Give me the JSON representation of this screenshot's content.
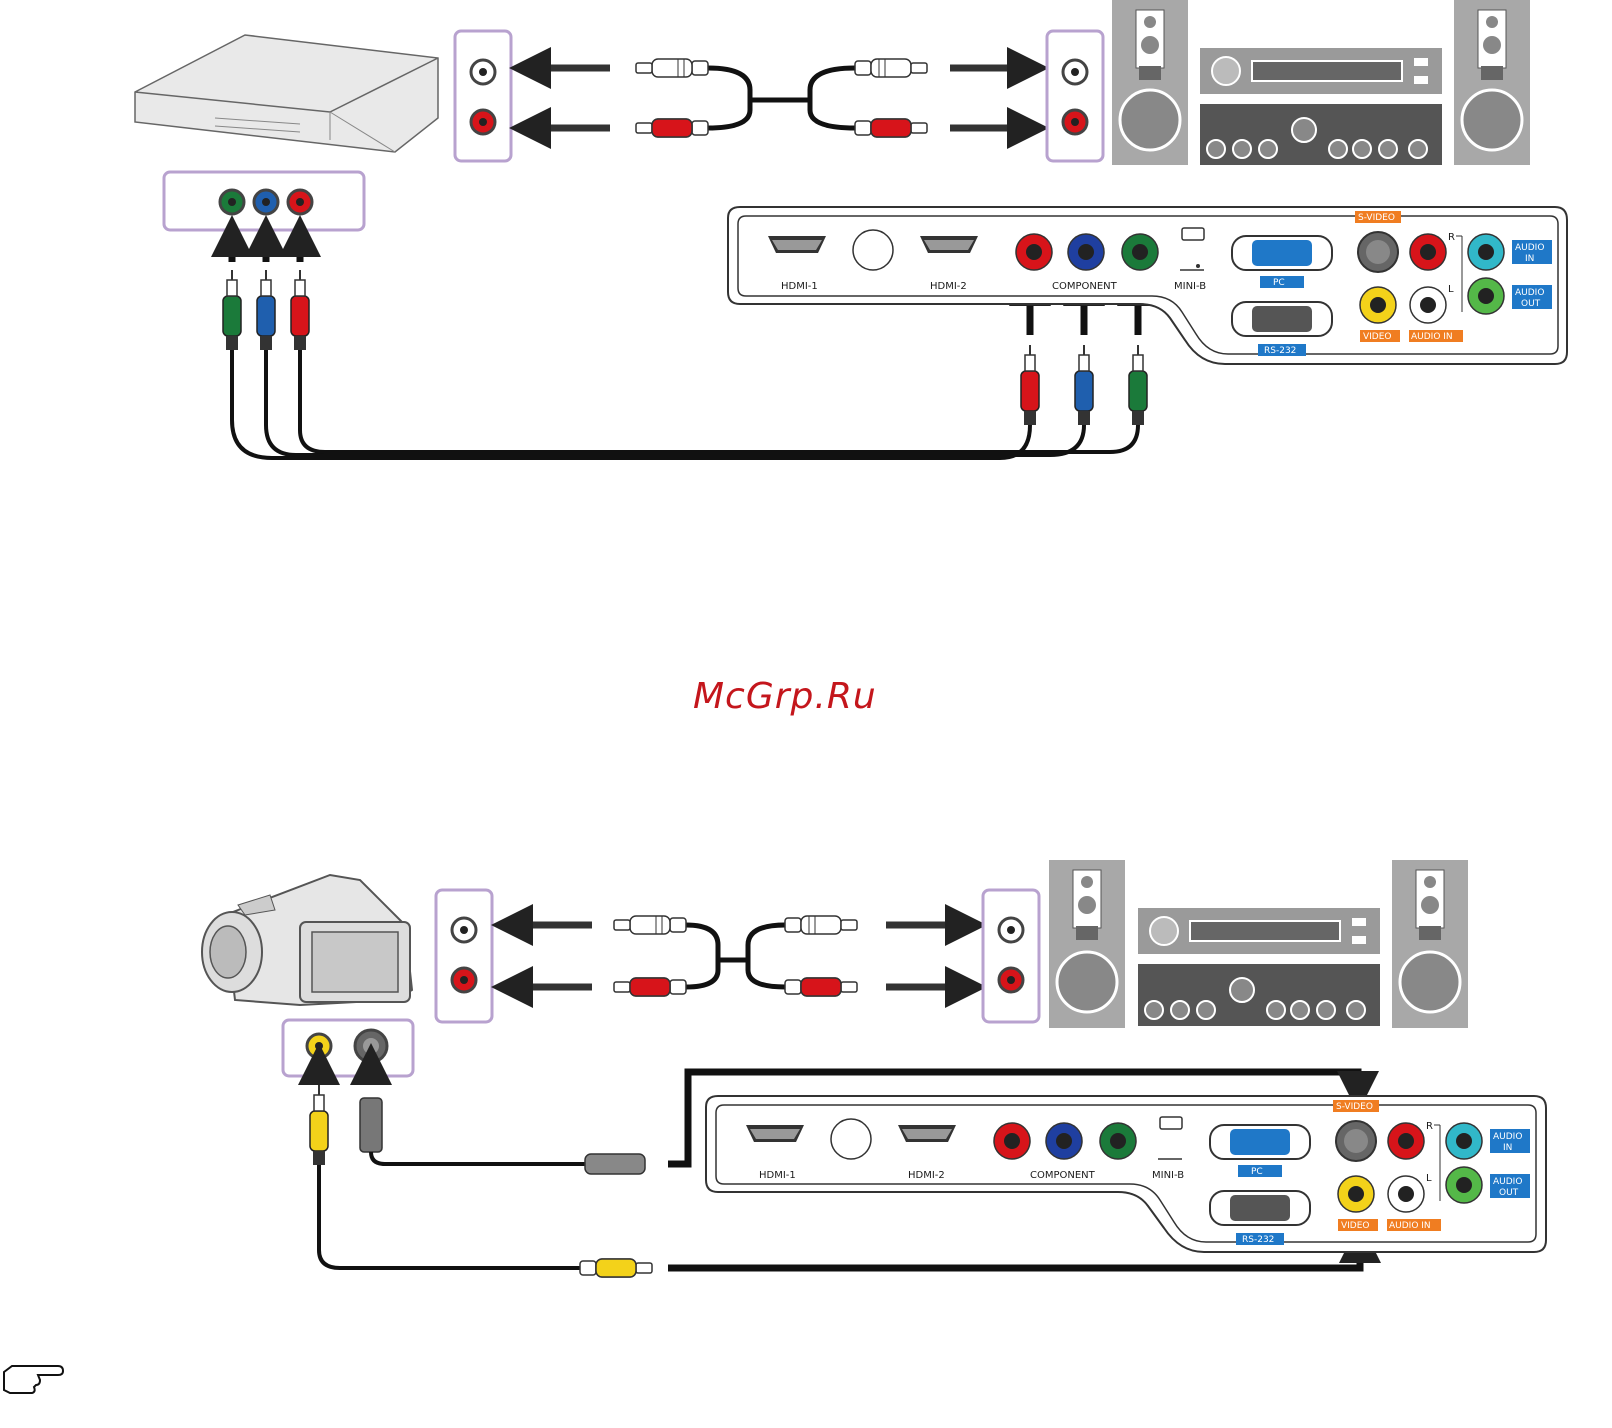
{
  "watermark": "McGrp.Ru",
  "panel": {
    "hdmi1": "HDMI-1",
    "hdmi2": "HDMI-2",
    "component": "COMPONENT",
    "mini_b": "MINI-B",
    "pc": "PC",
    "rs232": "RS-232",
    "svideo": "S-VIDEO",
    "video": "VIDEO",
    "audio_in_bottom": "AUDIO IN",
    "audio_in_side_1": "AUDIO",
    "audio_in_side_2": "IN",
    "audio_out_1": "AUDIO",
    "audio_out_2": "OUT",
    "r_mark": "R",
    "l_mark": "L"
  },
  "colors": {
    "purple_frame": "#b8a2cf",
    "orange_tag": "#f07d21",
    "blue_tag": "#1f78c8",
    "rca_red": "#d7141a",
    "rca_blue": "#1f5fae",
    "rca_green": "#1b7a3a",
    "rca_yellow": "#f3d21a",
    "rca_cyan": "#31b8c9",
    "rca_lime": "#54b848"
  },
  "icons": [
    "dvd-player-icon",
    "camcorder-icon",
    "stereo-system-icon",
    "note-hand-icon",
    "usb-icon"
  ]
}
